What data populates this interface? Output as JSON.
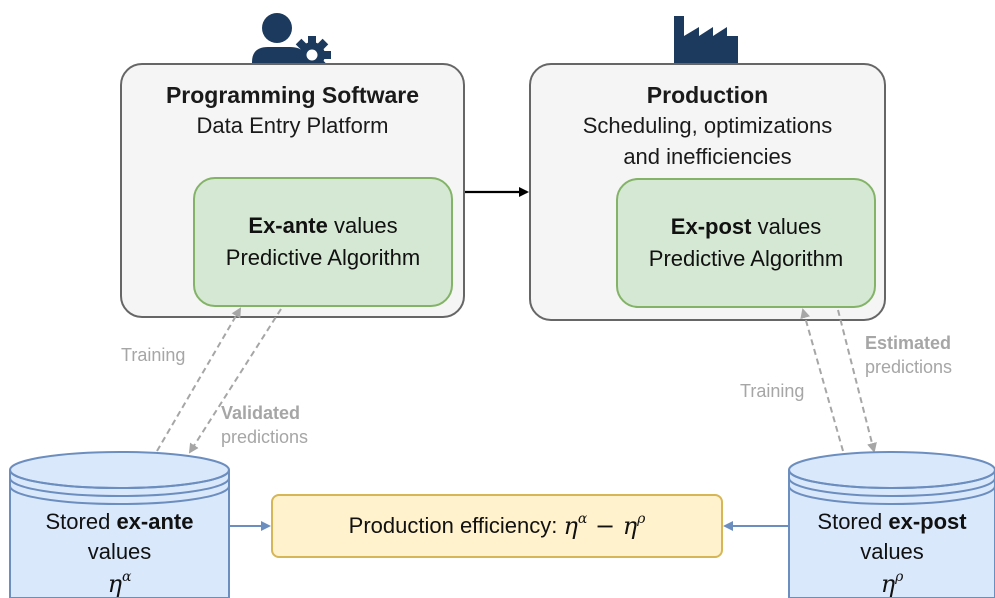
{
  "programming": {
    "title": "Programming Software",
    "subtitle": "Data Entry Platform",
    "inner_bold": "Ex-ante",
    "inner_rest": " values",
    "inner_line2": "Predictive Algorithm"
  },
  "production": {
    "title": "Production",
    "subtitle_line1": "Scheduling, optimizations",
    "subtitle_line2": "and inefficiencies",
    "inner_bold": "Ex-post",
    "inner_rest": " values",
    "inner_line2": "Predictive Algorithm"
  },
  "db_left": {
    "prefix": "Stored ",
    "bold": "ex-ante",
    "line2": "values",
    "symbol": "η",
    "symbol_sup": "α"
  },
  "db_right": {
    "prefix": "Stored ",
    "bold": "ex-post",
    "line2": "values",
    "symbol": "η",
    "symbol_sup": "ρ"
  },
  "efficiency": {
    "label": "Production efficiency: ",
    "eta1": "η",
    "sup1": "α",
    "minus": " − ",
    "eta2": "η",
    "sup2": "ρ"
  },
  "edge_labels": {
    "training_left": "Training",
    "validated_bold": "Validated",
    "validated_rest": "predictions",
    "training_right": "Training",
    "estimated_bold": "Estimated",
    "estimated_rest": "predictions"
  },
  "icons": {
    "user_gear": "user-gear-icon",
    "factory": "factory-icon"
  },
  "colors": {
    "icon_navy": "#1c3a5e",
    "db_fill": "#dae8fc",
    "db_stroke": "#6c8ebf",
    "green_fill": "#d5e8d4",
    "green_stroke": "#82b366",
    "yellow_fill": "#fff2cc",
    "yellow_stroke": "#d6b656",
    "dashed_gray": "#a6a6a6"
  }
}
